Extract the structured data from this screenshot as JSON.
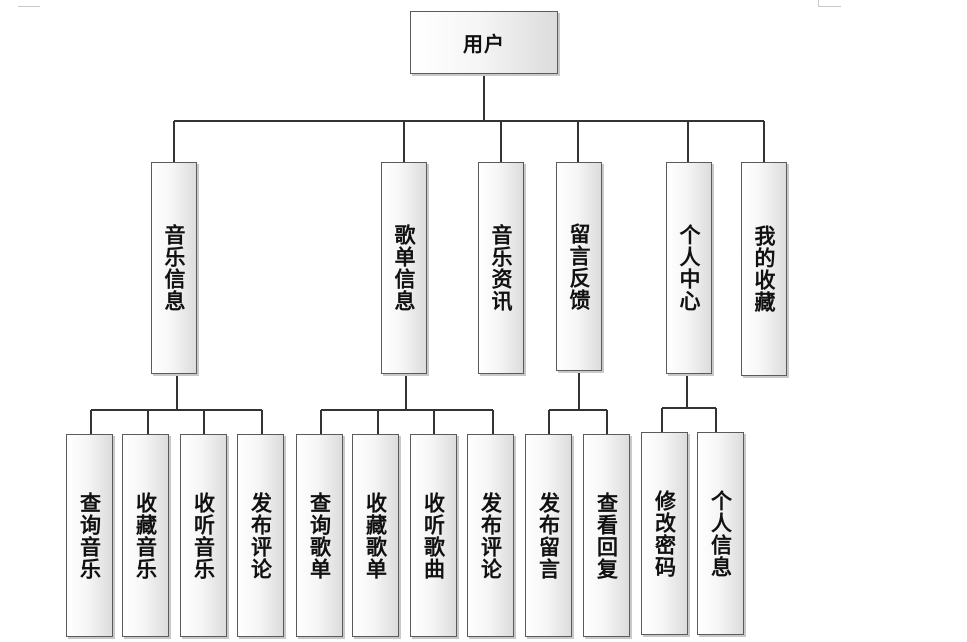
{
  "root": "用户",
  "modules": [
    {
      "label": "音乐信息",
      "children": [
        "查询音乐",
        "收藏音乐",
        "收听音乐",
        "发布评论"
      ]
    },
    {
      "label": "歌单信息",
      "children": [
        "查询歌单",
        "收藏歌单",
        "收听歌曲",
        "发布评论"
      ]
    },
    {
      "label": "音乐资讯",
      "children": []
    },
    {
      "label": "留言反馈",
      "children": [
        "发布留言",
        "查看回复"
      ]
    },
    {
      "label": "个人中心",
      "children": [
        "修改密码",
        "个人信息"
      ]
    },
    {
      "label": "我的收藏",
      "children": []
    }
  ]
}
